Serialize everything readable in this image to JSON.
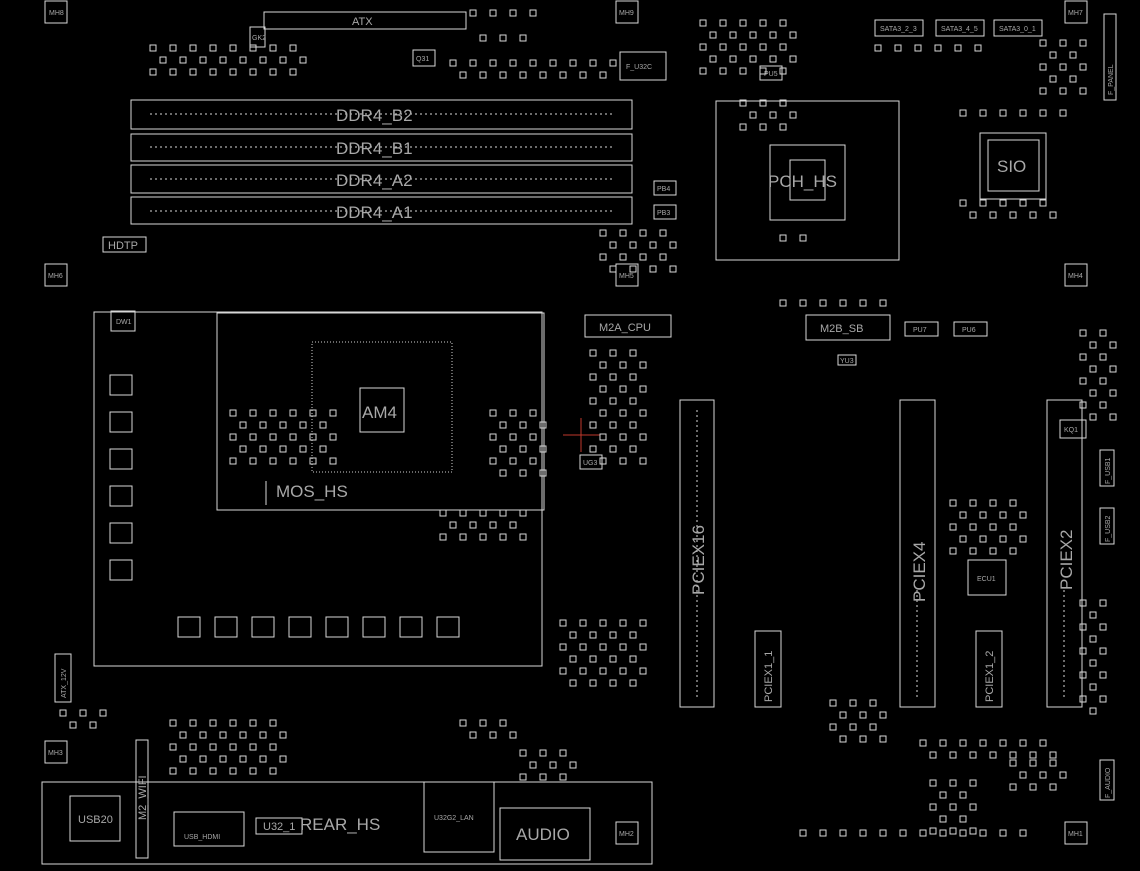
{
  "labels": {
    "atx": "ATX",
    "ddr4_b2": "DDR4_B2",
    "ddr4_b1": "DDR4_B1",
    "ddr4_a2": "DDR4_A2",
    "ddr4_a1": "DDR4_A1",
    "hdtp": "HDTP",
    "q31": "Q31",
    "f_u32c": "F_U32C",
    "pu5": "PU5",
    "pch_hs": "PCH_HS",
    "sata3_2_3": "SATA3_2_3",
    "sata3_4_5": "SATA3_4_5",
    "sata3_0_1": "SATA3_0_1",
    "f_panel": "F_PANEL",
    "sio": "SIO",
    "pb4": "PB4",
    "pb3": "PB3",
    "mh6": "MH6",
    "mh5": "MH5",
    "mh4": "MH4",
    "mh3": "MH3",
    "mh2": "MH2",
    "mh1": "MH1",
    "mh7": "MH7",
    "mh8": "MH8",
    "mh9": "MH9",
    "m2a_cpu": "M2A_CPU",
    "m2b_sb": "M2B_SB",
    "pu7": "PU7",
    "pu6": "PU6",
    "am4": "AM4",
    "mos_hs": "MOS_HS",
    "pciex16": "PCIEX16",
    "pciex4": "PCIEX4",
    "pciex2": "PCIEX2",
    "pciex1_1": "PCIEX1_1",
    "pciex1_2": "PCIEX1_2",
    "ecu1": "ECU1",
    "kq1": "KQ1",
    "usb20": "USB20",
    "m2_wifi": "M2_WIFI",
    "usb_hdmi": "USB_HDMI",
    "u32_1": "U32_1",
    "rear_hs": "REAR_HS",
    "u32g2_lan": "U32G2_LAN",
    "audio": "AUDIO",
    "atx_12v": "ATX_12V",
    "f_audio": "F_AUDIO",
    "f_usb1": "F_USB1",
    "f_usb2": "F_USB2",
    "dw1": "DW1",
    "ug3": "UG3",
    "yu3": "YU3",
    "gk2": "GK2"
  }
}
